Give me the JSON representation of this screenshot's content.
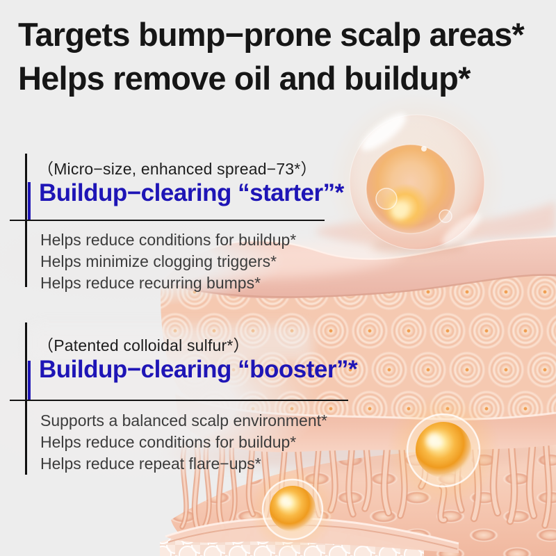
{
  "page": {
    "background_color": "#ededed",
    "accent_blue": "#1e15b6",
    "headline_color": "#161616",
    "benefit_text_color": "#3c3c3c"
  },
  "headline": {
    "line1": "Targets bump−prone scalp areas*",
    "line2": "Helps remove oil and buildup*"
  },
  "callouts": [
    {
      "tagline": "（Micro−size, enhanced spread−73*）",
      "heading": "Buildup−clearing “starter”*",
      "benefits": [
        "Helps reduce conditions for buildup*",
        "Helps minimize clogging triggers*",
        "Helps reduce recurring bumps*"
      ]
    },
    {
      "tagline": "（Patented colloidal sulfur*）",
      "heading": "Buildup−clearing “booster”*",
      "benefits": [
        "Supports a balanced scalp environment*",
        "Helps reduce conditions for buildup*",
        "Helps reduce repeat flare−ups*"
      ]
    }
  ],
  "illustration": {
    "elements": [
      "serum-bubble",
      "scalp-top-layer",
      "follicle-cell-layer",
      "dermis-band",
      "pore-surface",
      "hair-strands",
      "foam-layer",
      "glow-orb-large",
      "glow-orb-small"
    ],
    "palette": {
      "skin_light": "#fbe3d6",
      "skin_mid": "#f3c3ab",
      "skin_deep": "#e8a88d",
      "glow_amber": "#f5a623",
      "glow_core": "#fff3c9"
    }
  }
}
